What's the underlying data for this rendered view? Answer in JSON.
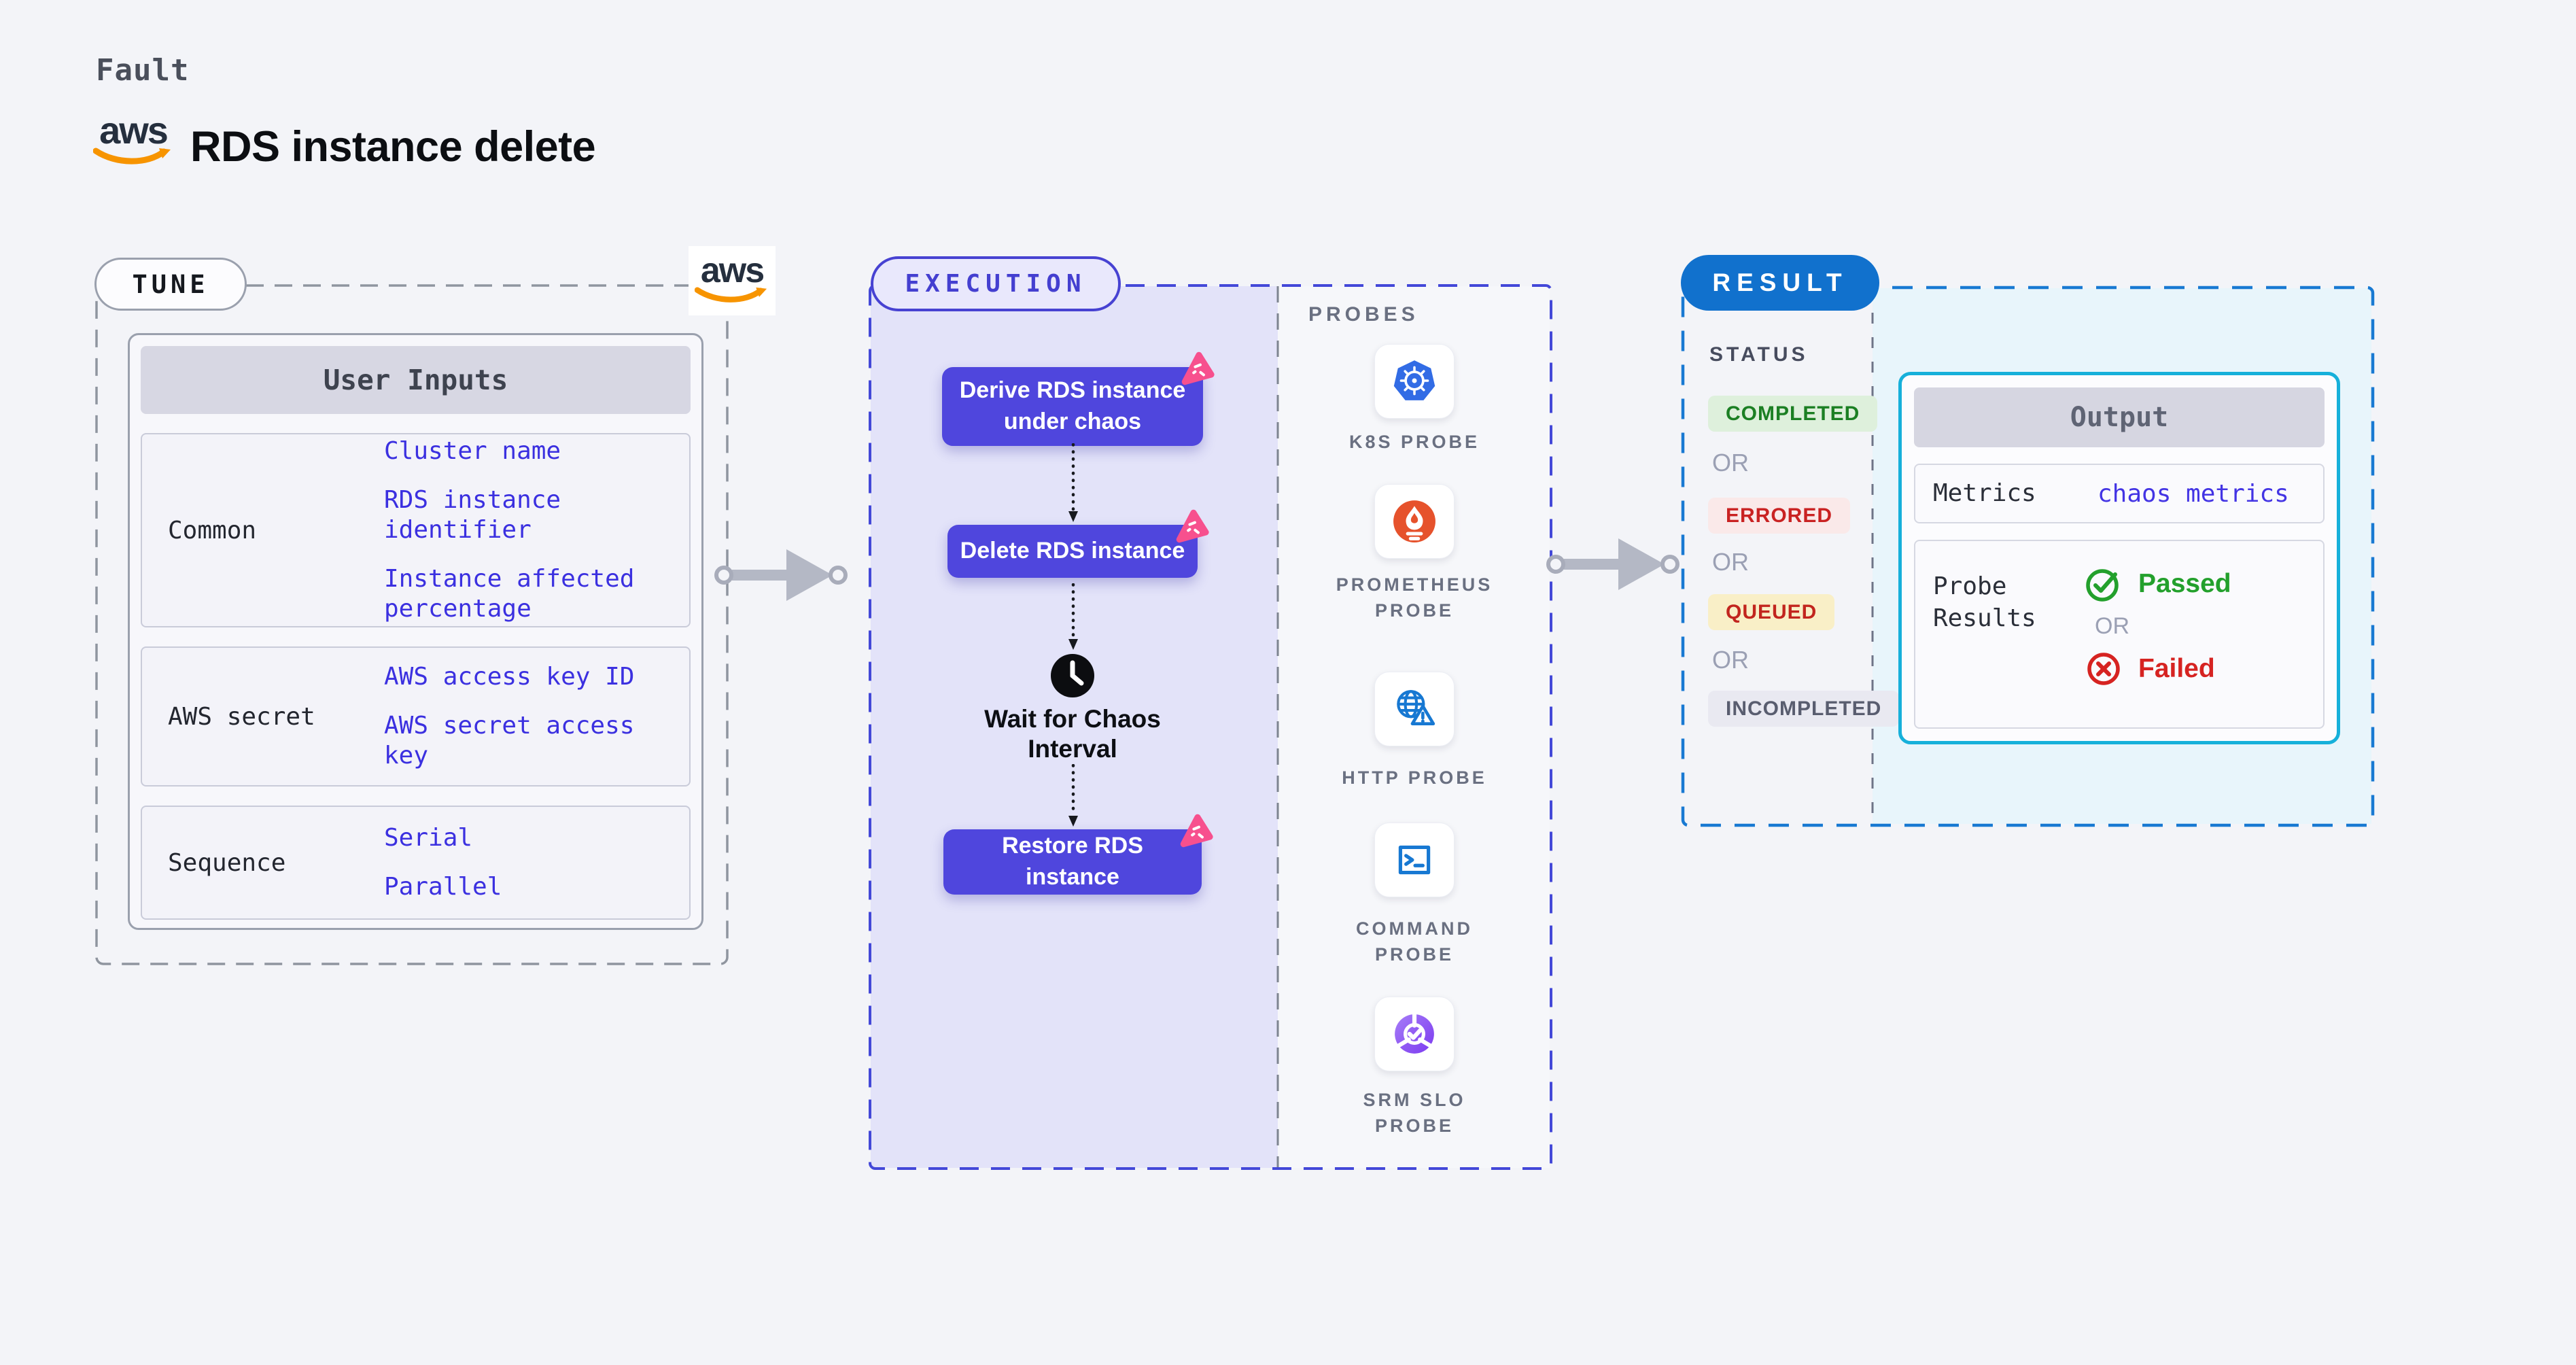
{
  "header": {
    "eyebrow": "Fault",
    "title": "RDS instance delete",
    "aws_logo_text": "aws"
  },
  "tune": {
    "badge": "TUNE",
    "table_header": "User Inputs",
    "rows": [
      {
        "label": "Common",
        "values": [
          "Cluster name",
          "RDS instance identifier",
          "Instance affected percentage"
        ]
      },
      {
        "label": "AWS secret",
        "values": [
          "AWS access key ID",
          "AWS secret access key"
        ]
      },
      {
        "label": "Sequence",
        "values": [
          "Serial",
          "Parallel"
        ]
      }
    ]
  },
  "execution": {
    "badge": "EXECUTION",
    "step1": "Derive RDS instance under chaos",
    "step2": "Delete RDS instance",
    "wait": "Wait for Chaos Interval",
    "step3": "Restore RDS instance"
  },
  "probes": {
    "title": "PROBES",
    "items": [
      {
        "icon": "kubernetes-icon",
        "label": "K8S PROBE"
      },
      {
        "icon": "prometheus-icon",
        "label": "PROMETHEUS PROBE"
      },
      {
        "icon": "http-globe-icon",
        "label": "HTTP PROBE"
      },
      {
        "icon": "terminal-icon",
        "label": "COMMAND PROBE"
      },
      {
        "icon": "srm-slo-icon",
        "label": "SRM SLO PROBE"
      }
    ]
  },
  "result": {
    "badge": "RESULT",
    "status_title": "STATUS",
    "or": "OR",
    "statuses": [
      "COMPLETED",
      "ERRORED",
      "QUEUED",
      "INCOMPLETED"
    ],
    "output": {
      "header": "Output",
      "metrics_label": "Metrics",
      "metrics_value": "chaos metrics",
      "probe_results_label": "Probe Results",
      "passed": "Passed",
      "or": "OR",
      "failed": "Failed"
    }
  },
  "colors": {
    "step_indigo": "#4f46dd",
    "execution_border": "#4348d8",
    "execution_fill": "#e3e3f9",
    "result_blue": "#1171cd",
    "output_border": "#16b0da",
    "result_fill": "#e8f5fb",
    "link_blue": "#3b30e0",
    "passed_green": "#23a02c",
    "failed_red": "#d62321",
    "chaos_pink": "#f7508e",
    "aws_orange": "#f79400",
    "kubernetes_blue": "#326ce5",
    "prometheus_orange": "#e6522c",
    "probe_icon_blue": "#1778d2"
  }
}
